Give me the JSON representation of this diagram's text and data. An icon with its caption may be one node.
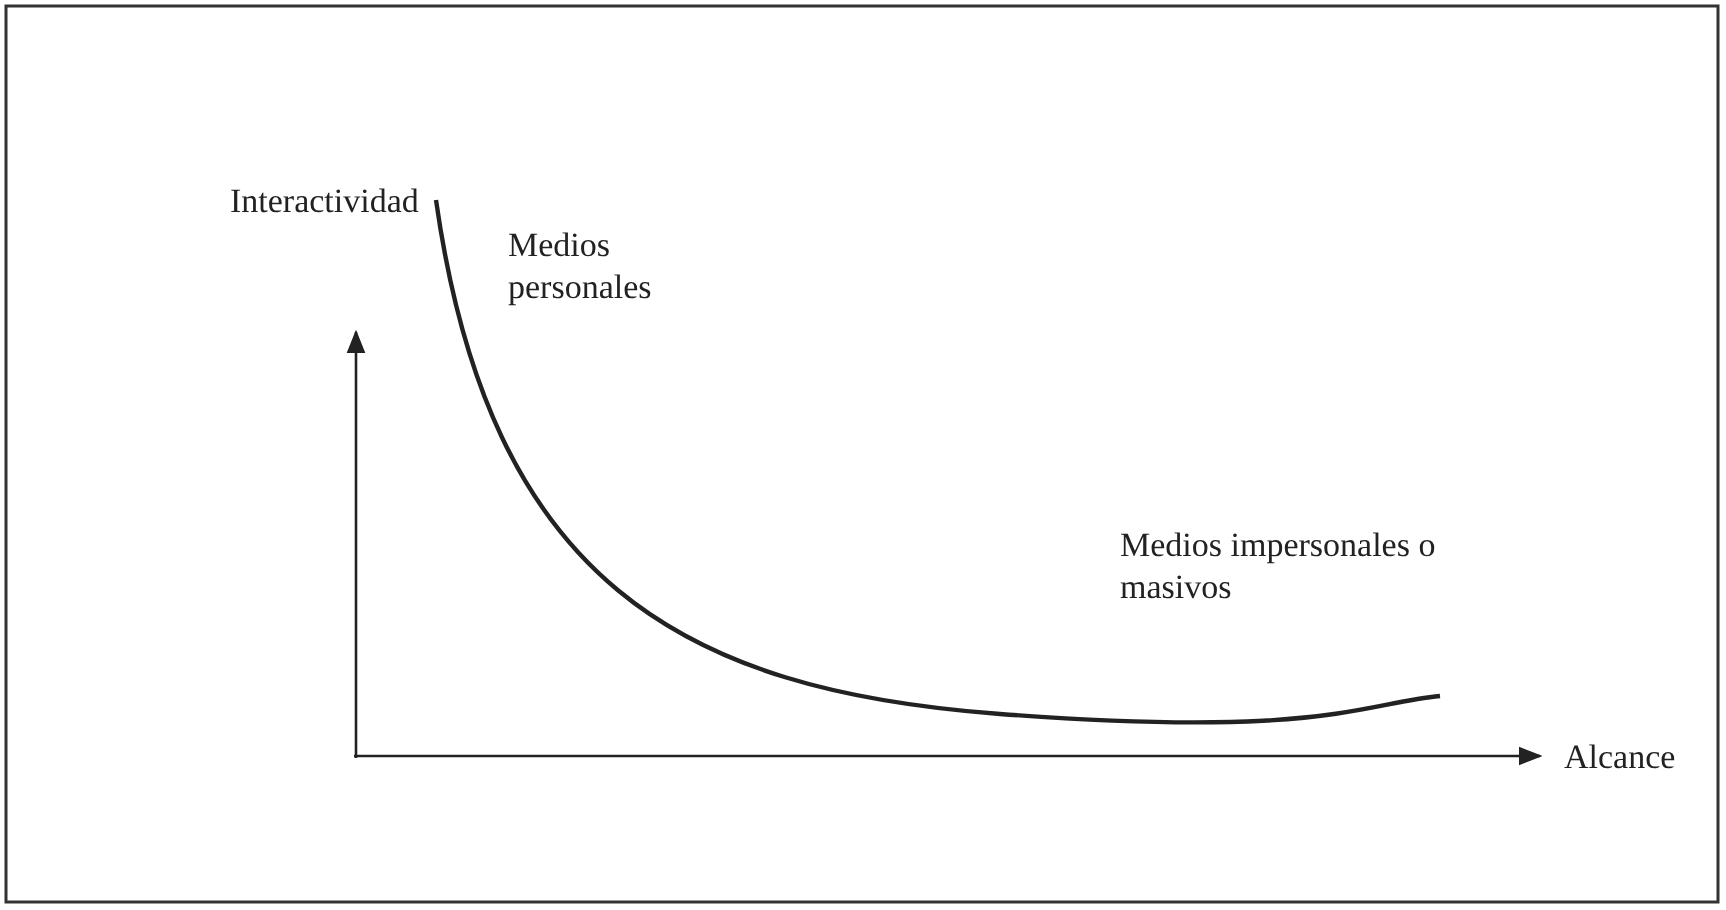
{
  "diagram": {
    "labels": [
      "Interactividad",
      "Medios personales",
      "Medios impersonales o masivos",
      "Alcance"
    ]
  }
}
